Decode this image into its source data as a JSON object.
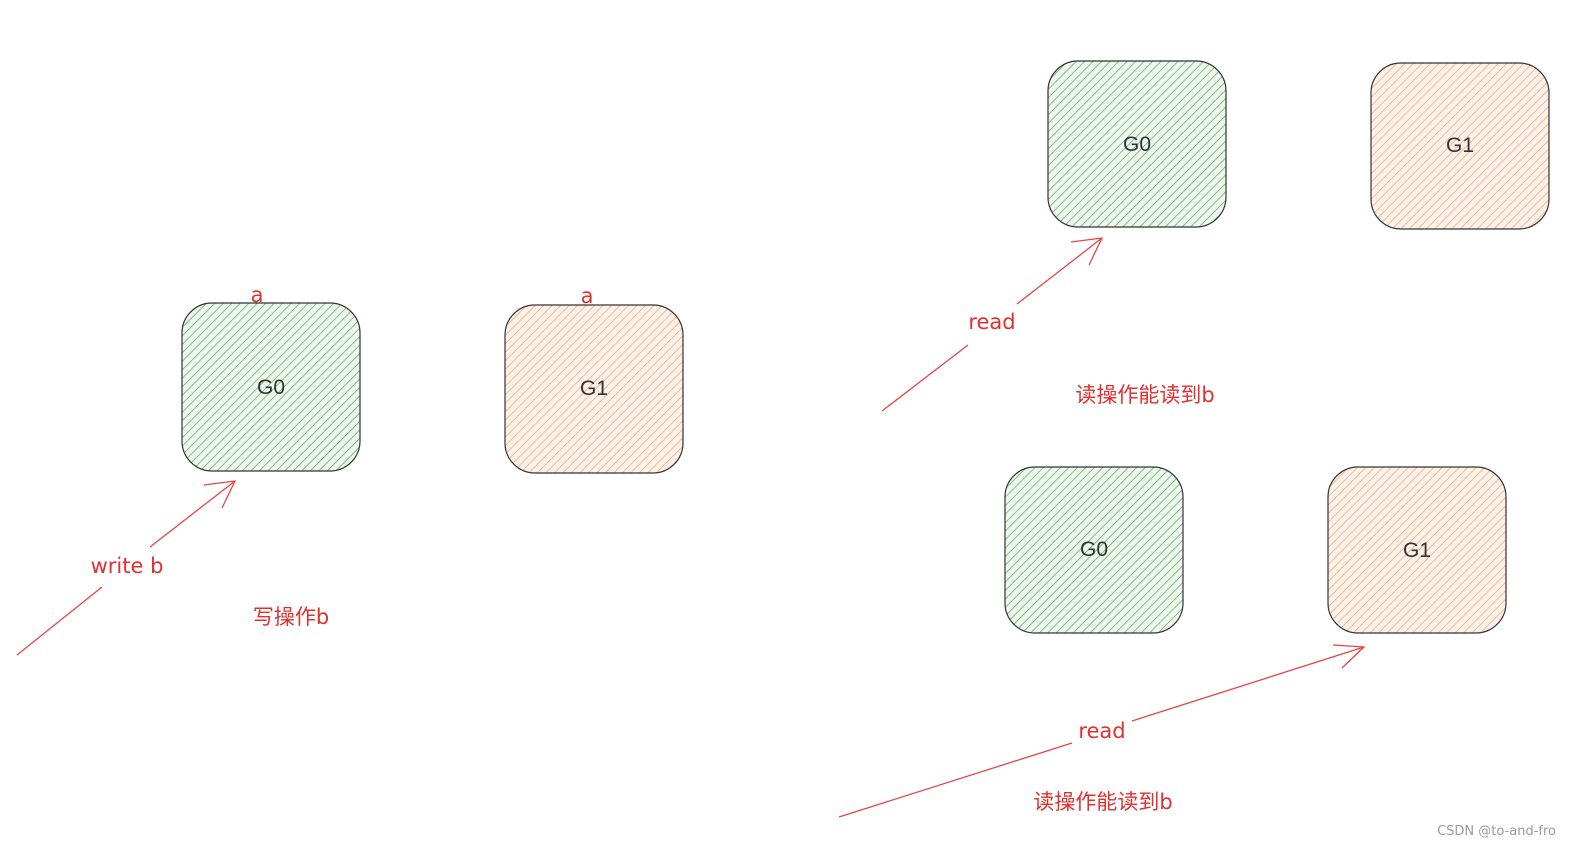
{
  "colors": {
    "green_hatch": "#5aa25a",
    "green_bg": "#eef7ee",
    "orange_hatch": "#f0a070",
    "orange_bg": "#fdf2ea",
    "node_border": "#333333",
    "arrow": "#e64545",
    "text_red": "#e03030"
  },
  "left_panel": {
    "g0": {
      "label": "G0",
      "marker": "a"
    },
    "g1": {
      "label": "G1",
      "marker": "a"
    },
    "arrow_label": "write b",
    "caption": "写操作b"
  },
  "right_top": {
    "g0": {
      "label": "G0"
    },
    "g1": {
      "label": "G1"
    },
    "arrow_label": "read",
    "caption": "读操作能读到b"
  },
  "right_bottom": {
    "g0": {
      "label": "G0"
    },
    "g1": {
      "label": "G1"
    },
    "arrow_label": "read",
    "caption": "读操作能读到b"
  },
  "watermark": "CSDN @to-and-fro"
}
